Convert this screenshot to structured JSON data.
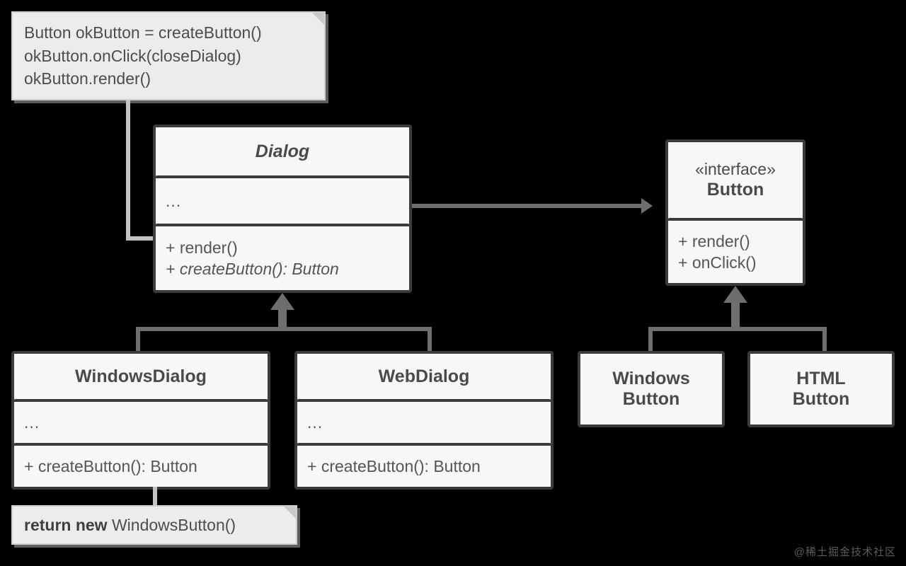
{
  "diagram": {
    "title": "Factory Method pattern UML class diagram",
    "colors": {
      "background": "#000000",
      "class_fill": "#f7f7f7",
      "class_border": "#3b3b3b",
      "note_fill": "#ececec",
      "note_border": "#cfcfcf",
      "connector": "#6e6e6e",
      "text": "#4a4a4a"
    }
  },
  "notes": {
    "code_note": {
      "lines": [
        "Button okButton = createButton()",
        "okButton.onClick(closeDialog)",
        "okButton.render()"
      ]
    },
    "return_note": {
      "strong": "return new",
      "rest": " WindowsButton()"
    }
  },
  "classes": {
    "dialog": {
      "name": "Dialog",
      "abstract": true,
      "attributes": [
        "..."
      ],
      "methods": [
        {
          "label": "+ render()",
          "abstract": false
        },
        {
          "label": "+ createButton(): Button",
          "abstract": true
        }
      ]
    },
    "button": {
      "stereotype": "«interface»",
      "name": "Button",
      "methods": [
        {
          "label": "+ render()",
          "abstract": false
        },
        {
          "label": "+ onClick()",
          "abstract": false
        }
      ]
    },
    "windows_dialog": {
      "name": "WindowsDialog",
      "attributes": [
        "..."
      ],
      "methods": [
        {
          "label": "+ createButton(): Button",
          "abstract": false
        }
      ]
    },
    "web_dialog": {
      "name": "WebDialog",
      "attributes": [
        "..."
      ],
      "methods": [
        {
          "label": "+ createButton(): Button",
          "abstract": false
        }
      ]
    },
    "windows_button": {
      "name_line1": "Windows",
      "name_line2": "Button"
    },
    "html_button": {
      "name_line1": "HTML",
      "name_line2": "Button"
    }
  },
  "relations": {
    "dialog_uses_button": "association",
    "dialog_generalization": "generalization",
    "button_realization": "realization"
  },
  "watermark": {
    "text": "@稀土掘金技术社区"
  }
}
